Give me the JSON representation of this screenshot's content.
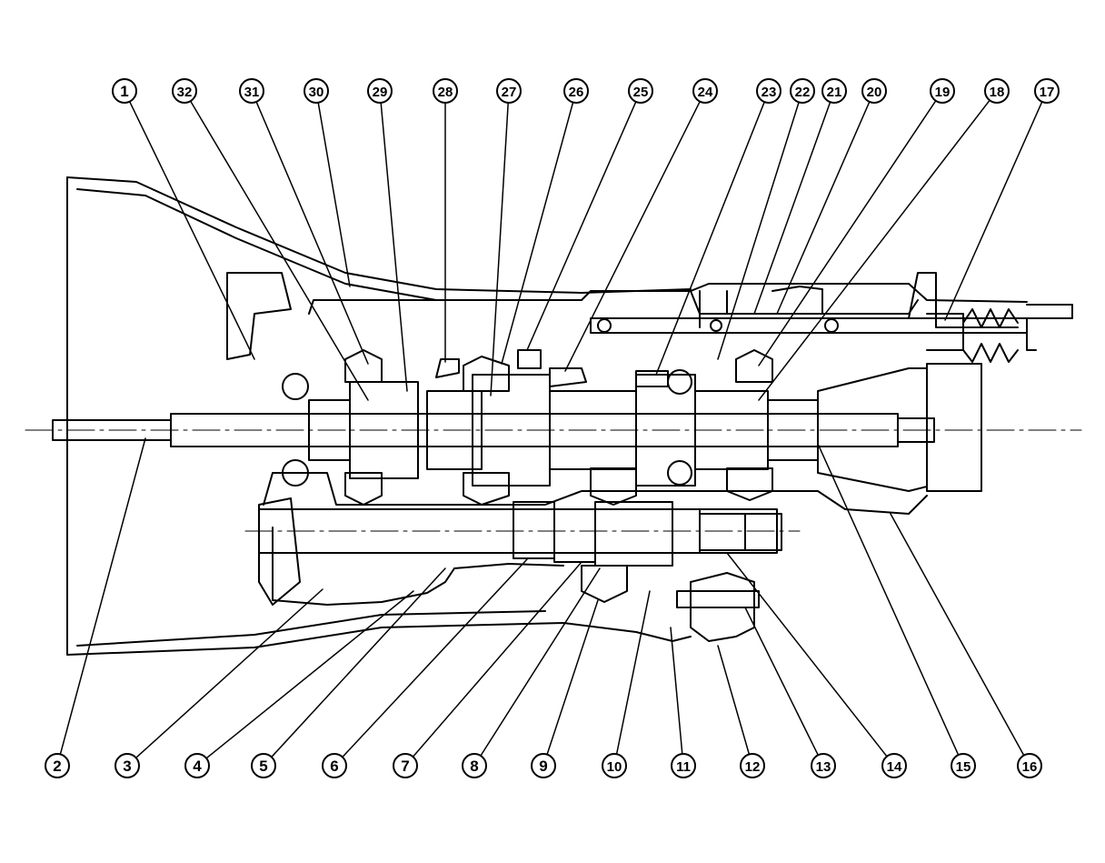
{
  "callouts": [
    {
      "label": "1"
    },
    {
      "label": "32"
    },
    {
      "label": "31"
    },
    {
      "label": "30"
    },
    {
      "label": "29"
    },
    {
      "label": "28"
    },
    {
      "label": "27"
    },
    {
      "label": "26"
    },
    {
      "label": "25"
    },
    {
      "label": "24"
    },
    {
      "label": "23"
    },
    {
      "label": "22"
    },
    {
      "label": "21"
    },
    {
      "label": "20"
    },
    {
      "label": "19"
    },
    {
      "label": "18"
    },
    {
      "label": "17"
    },
    {
      "label": "2"
    },
    {
      "label": "3"
    },
    {
      "label": "4"
    },
    {
      "label": "5"
    },
    {
      "label": "6"
    },
    {
      "label": "7"
    },
    {
      "label": "8"
    },
    {
      "label": "9"
    },
    {
      "label": "10"
    },
    {
      "label": "11"
    },
    {
      "label": "12"
    },
    {
      "label": "13"
    },
    {
      "label": "14"
    },
    {
      "label": "15"
    },
    {
      "label": "16"
    }
  ],
  "colors": {
    "ink": "#000000",
    "paper": "#ffffff"
  }
}
